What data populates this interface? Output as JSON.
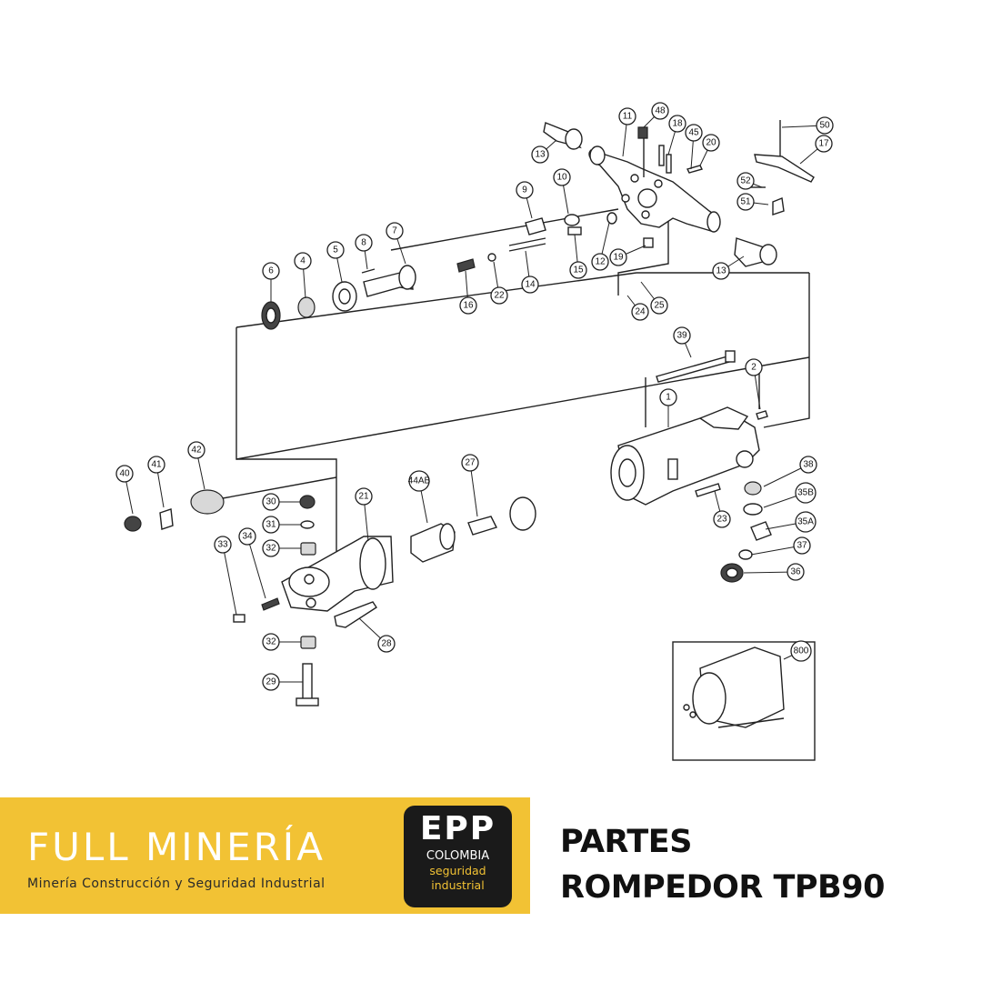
{
  "callouts": [
    {
      "label": "1"
    },
    {
      "label": "2"
    },
    {
      "label": "4"
    },
    {
      "label": "5"
    },
    {
      "label": "6"
    },
    {
      "label": "7"
    },
    {
      "label": "8"
    },
    {
      "label": "9"
    },
    {
      "label": "10"
    },
    {
      "label": "11"
    },
    {
      "label": "12"
    },
    {
      "label": "13"
    },
    {
      "label": "13"
    },
    {
      "label": "14"
    },
    {
      "label": "15"
    },
    {
      "label": "16"
    },
    {
      "label": "17"
    },
    {
      "label": "18"
    },
    {
      "label": "19"
    },
    {
      "label": "20"
    },
    {
      "label": "21"
    },
    {
      "label": "22"
    },
    {
      "label": "23"
    },
    {
      "label": "24"
    },
    {
      "label": "25"
    },
    {
      "label": "27"
    },
    {
      "label": "28"
    },
    {
      "label": "29"
    },
    {
      "label": "30"
    },
    {
      "label": "31"
    },
    {
      "label": "32"
    },
    {
      "label": "32"
    },
    {
      "label": "33"
    },
    {
      "label": "34"
    },
    {
      "label": "35A"
    },
    {
      "label": "35B"
    },
    {
      "label": "36"
    },
    {
      "label": "37"
    },
    {
      "label": "38"
    },
    {
      "label": "39"
    },
    {
      "label": "40"
    },
    {
      "label": "41"
    },
    {
      "label": "42"
    },
    {
      "label": "44AB"
    },
    {
      "label": "45"
    },
    {
      "label": "48"
    },
    {
      "label": "50"
    },
    {
      "label": "51"
    },
    {
      "label": "52"
    },
    {
      "label": "800"
    }
  ],
  "footer": {
    "brand_name": "FULL MINERÍA",
    "brand_tagline": "Minería Construcción y Seguridad Industrial",
    "logo": {
      "big": "EPP",
      "country": "COLOMBIA",
      "line1": "seguridad",
      "line2": "industrial"
    },
    "title_line1": "PARTES",
    "title_line2": "ROMPEDOR TPB90",
    "colors": {
      "band": "#f2c234",
      "logo_bg": "#1a1a1a",
      "logo_accent": "#f2c234"
    }
  }
}
